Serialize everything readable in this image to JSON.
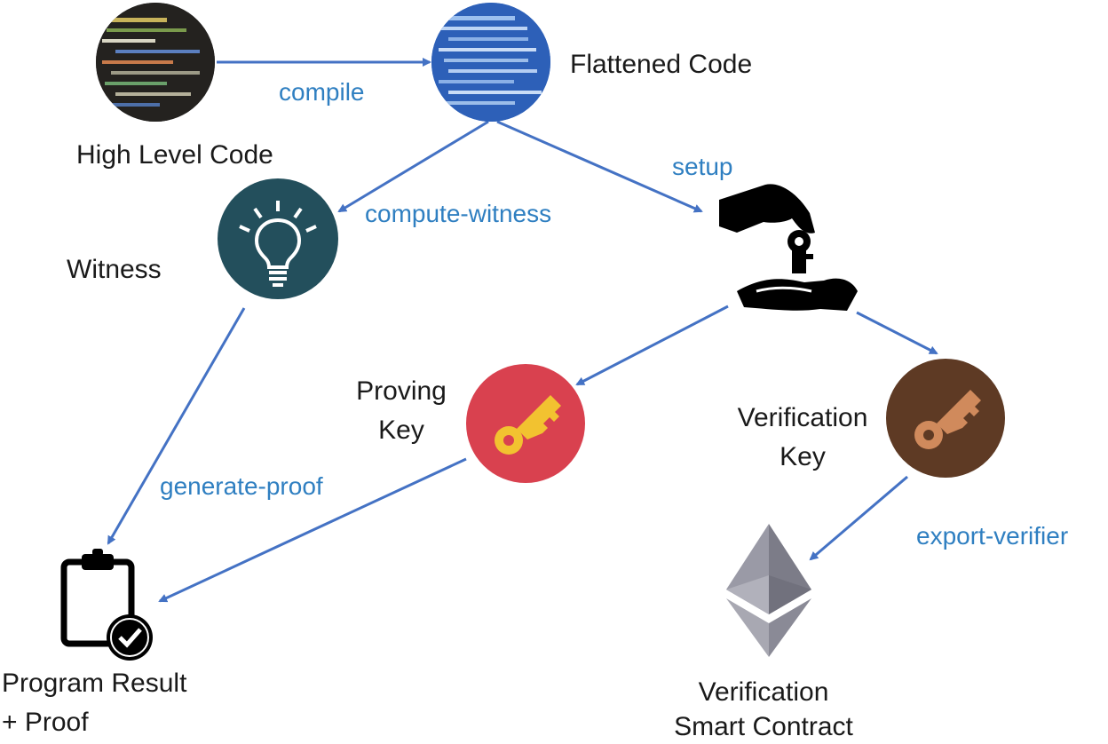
{
  "nodes": {
    "high_level_code": "High Level Code",
    "flattened_code": "Flattened Code",
    "witness": "Witness",
    "proving_key_line1": "Proving",
    "proving_key_line2": "Key",
    "verification_key_line1": "Verification",
    "verification_key_line2": "Key",
    "program_result_line1": "Program Result",
    "program_result_line2": "+ Proof",
    "smart_contract_line1": "Verification",
    "smart_contract_line2": "Smart Contract"
  },
  "edges": {
    "compile": "compile",
    "setup": "setup",
    "compute_witness": "compute-witness",
    "generate_proof": "generate-proof",
    "export_verifier": "export-verifier"
  },
  "icons": {
    "high_level_code": "code-screen-icon",
    "flattened_code": "code-screen-icon",
    "witness": "lightbulb-icon",
    "setup": "key-handover-icon",
    "proving_key": "key-icon",
    "verification_key": "key-icon",
    "program_result": "clipboard-check-icon",
    "smart_contract": "ethereum-icon"
  },
  "colors": {
    "arrow": "#4472c4",
    "edge_label": "#2f7fc1",
    "witness_circle": "#234f5c",
    "proving_key_circle": "#d9414f",
    "proving_key_fill": "#f2c230",
    "verification_key_circle": "#5e3a24",
    "verification_key_fill": "#d08a5c"
  }
}
